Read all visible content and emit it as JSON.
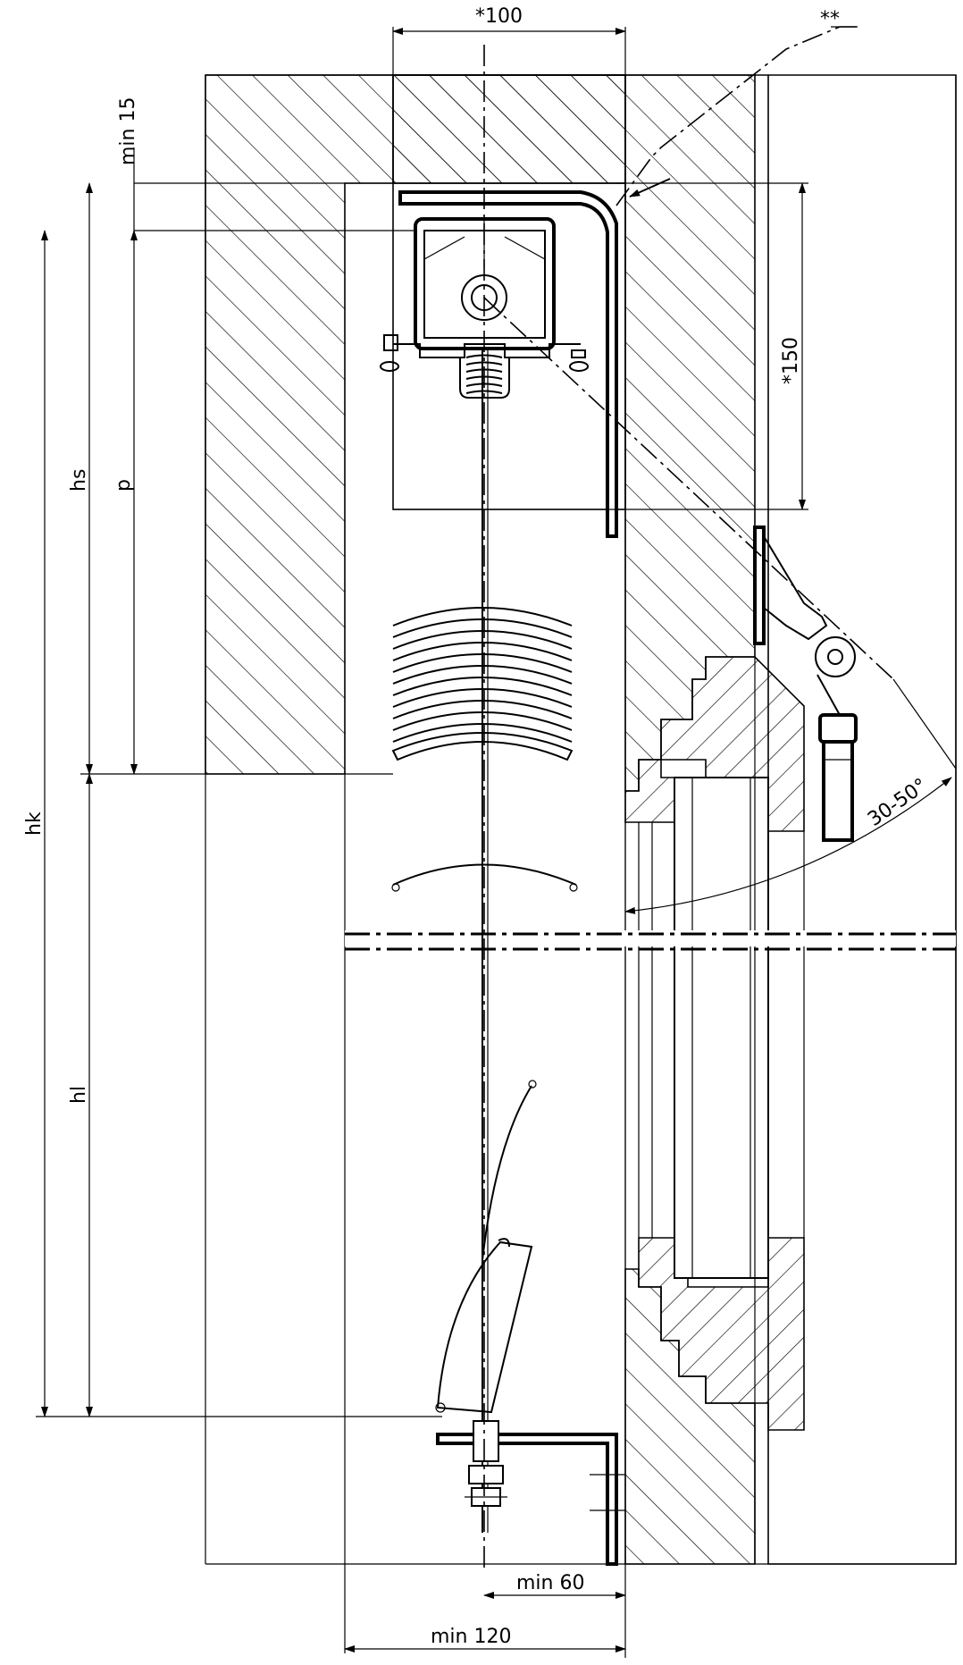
{
  "drawing": {
    "dimensions": {
      "top_width": "*100",
      "top_clearance": "min 15",
      "box_height": "*150",
      "hs": "hs",
      "p": "p",
      "hk": "hk",
      "hl": "hl",
      "bottom_min_60": "min 60",
      "bottom_min_120": "min 120",
      "angle": "30-50°",
      "note_marker": "**"
    }
  }
}
